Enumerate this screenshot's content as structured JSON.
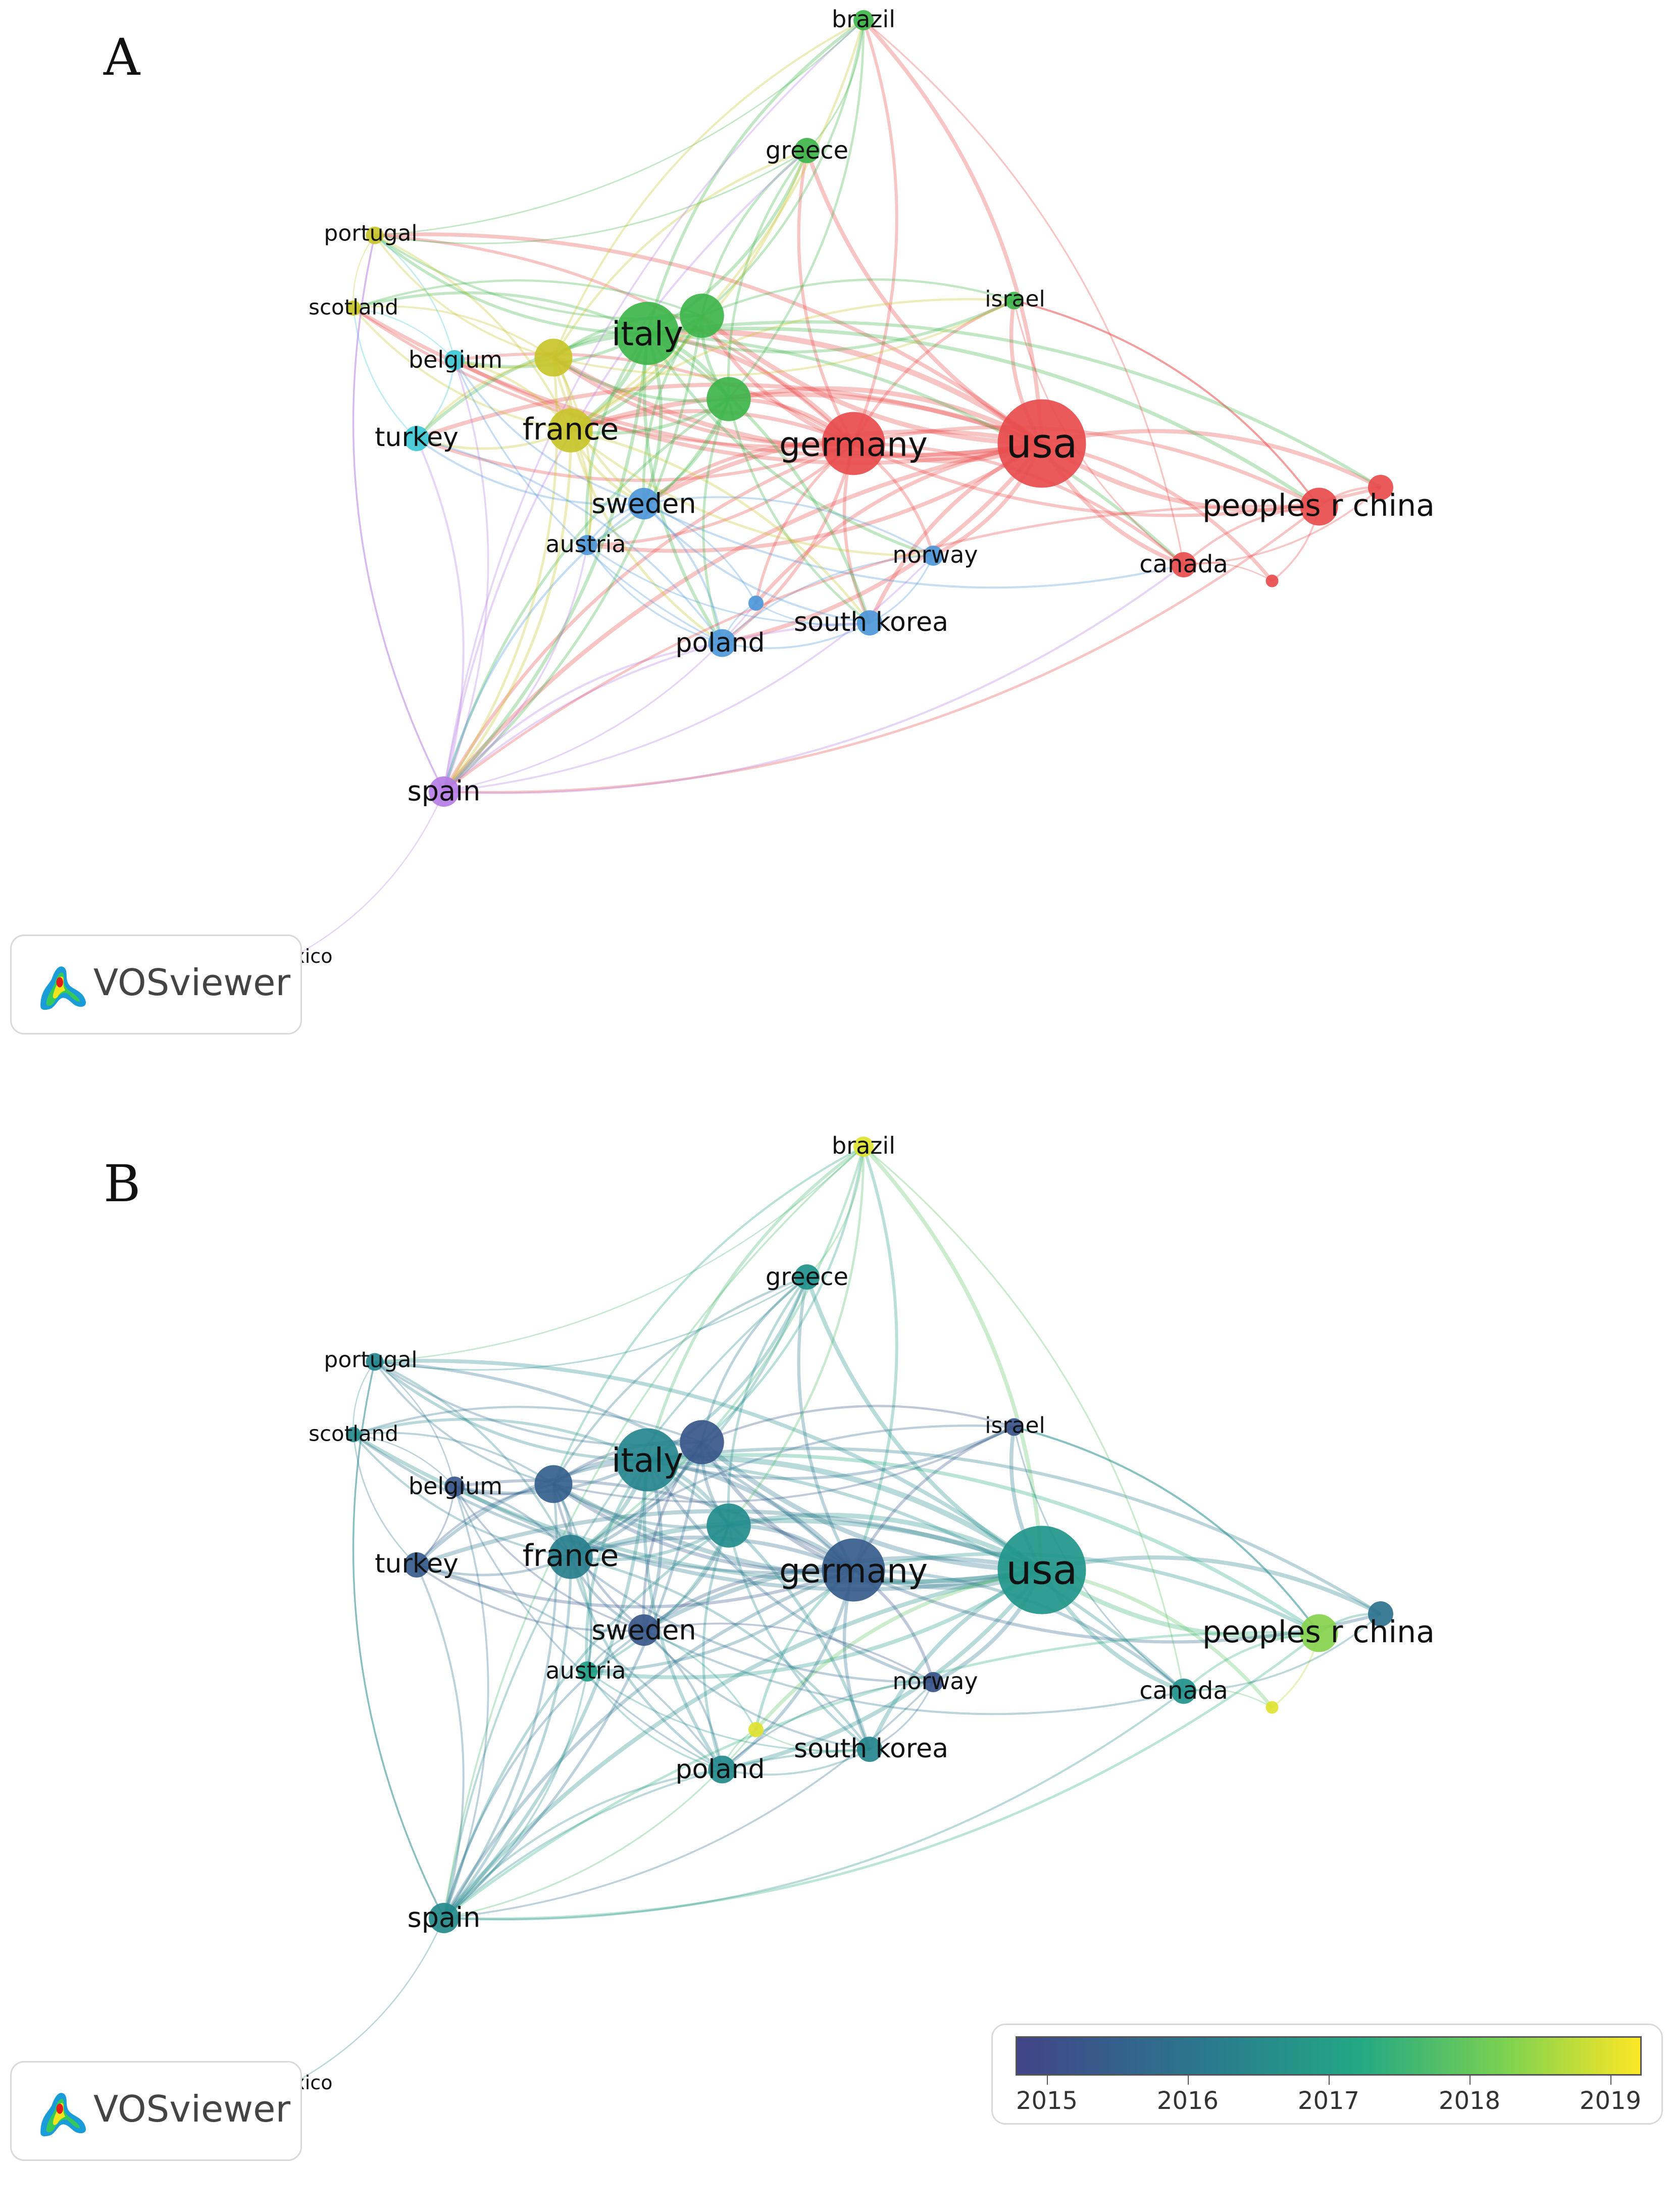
{
  "panels": [
    {
      "letter": "A",
      "mode": "clusters"
    },
    {
      "letter": "B",
      "mode": "overlay"
    }
  ],
  "logo_text": "VOSviewer",
  "legend": {
    "ticks": [
      "2015",
      "2016",
      "2017",
      "2018",
      "2019"
    ]
  },
  "cluster_colors": {
    "red": "#e84c4c",
    "green": "#3db54a",
    "blue": "#4d97d9",
    "yellow": "#c8c42a",
    "cyan": "#3ec8d6",
    "purple": "#b57de6"
  },
  "nodes": [
    {
      "id": "usa",
      "label": "usa",
      "cluster": "red",
      "year": 2017.1,
      "size": 7
    },
    {
      "id": "germany",
      "label": "germany",
      "cluster": "red",
      "year": 2015.6,
      "size": 5
    },
    {
      "id": "china",
      "label": "peoples r china",
      "cluster": "red",
      "year": 2018.4,
      "size": 3
    },
    {
      "id": "china2",
      "label": "",
      "cluster": "red",
      "year": 2016.2,
      "size": 2
    },
    {
      "id": "canada",
      "label": "canada",
      "cluster": "red",
      "year": 2017.0,
      "size": 2
    },
    {
      "id": "redsmall",
      "label": "",
      "cluster": "red",
      "year": 2019.0,
      "size": 1
    },
    {
      "id": "italy",
      "label": "italy",
      "cluster": "green",
      "year": 2016.7,
      "size": 5
    },
    {
      "id": "greenA",
      "label": "",
      "cluster": "green",
      "year": 2015.5,
      "size": 3.5
    },
    {
      "id": "greenB",
      "label": "",
      "cluster": "green",
      "year": 2016.9,
      "size": 3.5
    },
    {
      "id": "greece",
      "label": "greece",
      "cluster": "green",
      "year": 2017.0,
      "size": 2
    },
    {
      "id": "brazil",
      "label": "brazil",
      "cluster": "green",
      "year": 2019.0,
      "size": 1.6
    },
    {
      "id": "israel",
      "label": "israel",
      "cluster": "green",
      "year": 2015.4,
      "size": 1.4
    },
    {
      "id": "france",
      "label": "france",
      "cluster": "yellow",
      "year": 2016.5,
      "size": 3.5
    },
    {
      "id": "yellowA",
      "label": "",
      "cluster": "yellow",
      "year": 2015.7,
      "size": 3
    },
    {
      "id": "portugal",
      "label": "portugal",
      "cluster": "yellow",
      "year": 2016.7,
      "size": 1.4
    },
    {
      "id": "scotland",
      "label": "scotland",
      "cluster": "yellow",
      "year": 2016.8,
      "size": 1.2
    },
    {
      "id": "belgium",
      "label": "belgium",
      "cluster": "cyan",
      "year": 2015.5,
      "size": 1.6
    },
    {
      "id": "turkey",
      "label": "turkey",
      "cluster": "cyan",
      "year": 2015.6,
      "size": 2
    },
    {
      "id": "sweden",
      "label": "sweden",
      "cluster": "blue",
      "year": 2015.5,
      "size": 2.5
    },
    {
      "id": "austria",
      "label": "austria",
      "cluster": "blue",
      "year": 2017.3,
      "size": 1.6
    },
    {
      "id": "norway",
      "label": "norway",
      "cluster": "blue",
      "year": 2015.4,
      "size": 1.6
    },
    {
      "id": "southkorea",
      "label": "south korea",
      "cluster": "blue",
      "year": 2016.7,
      "size": 2
    },
    {
      "id": "poland",
      "label": "poland",
      "cluster": "blue",
      "year": 2016.8,
      "size": 2.2
    },
    {
      "id": "bluesmall",
      "label": "",
      "cluster": "blue",
      "year": 2019.0,
      "size": 1.2
    },
    {
      "id": "spain",
      "label": "spain",
      "cluster": "purple",
      "year": 2016.8,
      "size": 2.4
    },
    {
      "id": "mexico",
      "label": "mexico",
      "cluster": "purple",
      "year": 2016.5,
      "size": 0.5
    }
  ],
  "edges": [
    [
      "usa",
      "germany"
    ],
    [
      "usa",
      "china"
    ],
    [
      "usa",
      "china2"
    ],
    [
      "usa",
      "canada"
    ],
    [
      "usa",
      "redsmall"
    ],
    [
      "usa",
      "italy"
    ],
    [
      "usa",
      "greenA"
    ],
    [
      "usa",
      "greenB"
    ],
    [
      "usa",
      "greece"
    ],
    [
      "usa",
      "brazil"
    ],
    [
      "usa",
      "israel"
    ],
    [
      "usa",
      "france"
    ],
    [
      "usa",
      "yellowA"
    ],
    [
      "usa",
      "sweden"
    ],
    [
      "usa",
      "norway"
    ],
    [
      "usa",
      "southkorea"
    ],
    [
      "usa",
      "poland"
    ],
    [
      "usa",
      "spain"
    ],
    [
      "usa",
      "austria"
    ],
    [
      "usa",
      "turkey"
    ],
    [
      "usa",
      "belgium"
    ],
    [
      "usa",
      "portugal"
    ],
    [
      "usa",
      "scotland"
    ],
    [
      "usa",
      "bluesmall"
    ],
    [
      "germany",
      "china"
    ],
    [
      "germany",
      "china2"
    ],
    [
      "germany",
      "canada"
    ],
    [
      "germany",
      "italy"
    ],
    [
      "germany",
      "greenA"
    ],
    [
      "germany",
      "greenB"
    ],
    [
      "germany",
      "greece"
    ],
    [
      "germany",
      "brazil"
    ],
    [
      "germany",
      "israel"
    ],
    [
      "germany",
      "france"
    ],
    [
      "germany",
      "yellowA"
    ],
    [
      "germany",
      "sweden"
    ],
    [
      "germany",
      "norway"
    ],
    [
      "germany",
      "southkorea"
    ],
    [
      "germany",
      "poland"
    ],
    [
      "germany",
      "spain"
    ],
    [
      "germany",
      "austria"
    ],
    [
      "germany",
      "belgium"
    ],
    [
      "germany",
      "turkey"
    ],
    [
      "germany",
      "portugal"
    ],
    [
      "germany",
      "scotland"
    ],
    [
      "germany",
      "bluesmall"
    ],
    [
      "china",
      "china2"
    ],
    [
      "china",
      "canada"
    ],
    [
      "china",
      "redsmall"
    ],
    [
      "china",
      "italy"
    ],
    [
      "china",
      "spain"
    ],
    [
      "china",
      "israel"
    ],
    [
      "china2",
      "canada"
    ],
    [
      "china2",
      "italy"
    ],
    [
      "canada",
      "redsmall"
    ],
    [
      "canada",
      "italy"
    ],
    [
      "canada",
      "sweden"
    ],
    [
      "italy",
      "greenA"
    ],
    [
      "italy",
      "greenB"
    ],
    [
      "italy",
      "greece"
    ],
    [
      "italy",
      "brazil"
    ],
    [
      "italy",
      "israel"
    ],
    [
      "italy",
      "france"
    ],
    [
      "italy",
      "yellowA"
    ],
    [
      "italy",
      "sweden"
    ],
    [
      "italy",
      "norway"
    ],
    [
      "italy",
      "southkorea"
    ],
    [
      "italy",
      "poland"
    ],
    [
      "italy",
      "spain"
    ],
    [
      "italy",
      "austria"
    ],
    [
      "italy",
      "belgium"
    ],
    [
      "italy",
      "turkey"
    ],
    [
      "italy",
      "portugal"
    ],
    [
      "italy",
      "scotland"
    ],
    [
      "greenA",
      "greece"
    ],
    [
      "greenA",
      "brazil"
    ],
    [
      "greenA",
      "france"
    ],
    [
      "greenA",
      "yellowA"
    ],
    [
      "greenA",
      "spain"
    ],
    [
      "greenA",
      "sweden"
    ],
    [
      "greenA",
      "israel"
    ],
    [
      "greenA",
      "greenB"
    ],
    [
      "greenA",
      "portugal"
    ],
    [
      "greenA",
      "scotland"
    ],
    [
      "greenB",
      "greece"
    ],
    [
      "greenB",
      "brazil"
    ],
    [
      "greenB",
      "france"
    ],
    [
      "greenB",
      "spain"
    ],
    [
      "greenB",
      "sweden"
    ],
    [
      "greenB",
      "poland"
    ],
    [
      "greenB",
      "yellowA"
    ],
    [
      "greenB",
      "southkorea"
    ],
    [
      "greenB",
      "austria"
    ],
    [
      "greece",
      "brazil"
    ],
    [
      "greece",
      "france"
    ],
    [
      "greece",
      "spain"
    ],
    [
      "greece",
      "portugal"
    ],
    [
      "greece",
      "yellowA"
    ],
    [
      "brazil",
      "france"
    ],
    [
      "brazil",
      "spain"
    ],
    [
      "brazil",
      "portugal"
    ],
    [
      "brazil",
      "yellowA"
    ],
    [
      "brazil",
      "canada"
    ],
    [
      "israel",
      "france"
    ],
    [
      "israel",
      "yellowA"
    ],
    [
      "israel",
      "canada"
    ],
    [
      "israel",
      "china"
    ],
    [
      "france",
      "yellowA"
    ],
    [
      "france",
      "spain"
    ],
    [
      "france",
      "sweden"
    ],
    [
      "france",
      "austria"
    ],
    [
      "france",
      "belgium"
    ],
    [
      "france",
      "turkey"
    ],
    [
      "france",
      "portugal"
    ],
    [
      "france",
      "scotland"
    ],
    [
      "france",
      "poland"
    ],
    [
      "france",
      "southkorea"
    ],
    [
      "france",
      "norway"
    ],
    [
      "yellowA",
      "portugal"
    ],
    [
      "yellowA",
      "scotland"
    ],
    [
      "yellowA",
      "belgium"
    ],
    [
      "yellowA",
      "turkey"
    ],
    [
      "yellowA",
      "spain"
    ],
    [
      "yellowA",
      "sweden"
    ],
    [
      "yellowA",
      "austria"
    ],
    [
      "portugal",
      "scotland"
    ],
    [
      "portugal",
      "belgium"
    ],
    [
      "portugal",
      "spain"
    ],
    [
      "scotland",
      "belgium"
    ],
    [
      "scotland",
      "turkey"
    ],
    [
      "belgium",
      "turkey"
    ],
    [
      "belgium",
      "sweden"
    ],
    [
      "belgium",
      "spain"
    ],
    [
      "belgium",
      "poland"
    ],
    [
      "turkey",
      "spain"
    ],
    [
      "turkey",
      "sweden"
    ],
    [
      "turkey",
      "poland"
    ],
    [
      "sweden",
      "austria"
    ],
    [
      "sweden",
      "norway"
    ],
    [
      "sweden",
      "southkorea"
    ],
    [
      "sweden",
      "poland"
    ],
    [
      "sweden",
      "spain"
    ],
    [
      "sweden",
      "bluesmall"
    ],
    [
      "austria",
      "poland"
    ],
    [
      "austria",
      "spain"
    ],
    [
      "austria",
      "southkorea"
    ],
    [
      "norway",
      "southkorea"
    ],
    [
      "norway",
      "poland"
    ],
    [
      "southkorea",
      "poland"
    ],
    [
      "southkorea",
      "spain"
    ],
    [
      "southkorea",
      "bluesmall"
    ],
    [
      "poland",
      "spain"
    ],
    [
      "poland",
      "bluesmall"
    ],
    [
      "spain",
      "canada"
    ],
    [
      "spain",
      "china"
    ],
    [
      "spain",
      "norway"
    ],
    [
      "spain",
      "mexico"
    ],
    [
      "spain",
      "bluesmall"
    ],
    [
      "spain",
      "portugal"
    ]
  ]
}
